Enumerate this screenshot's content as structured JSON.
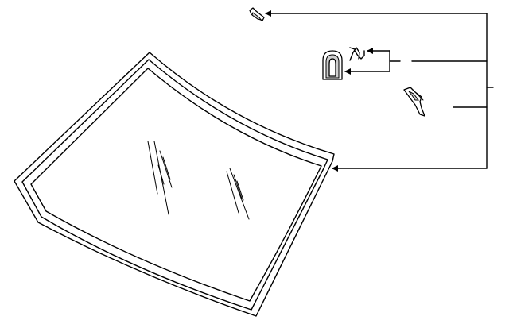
{
  "diagram": {
    "type": "exploded-parts-illustration",
    "parts": [
      {
        "id": "windshield-glass",
        "icon": "windshield-icon"
      },
      {
        "id": "upper-clip",
        "icon": "clip-icon"
      },
      {
        "id": "rear-view-mirror-mount",
        "icon": "mirror-mount-icon"
      },
      {
        "id": "retainer-spring-clip",
        "icon": "spring-clip-icon"
      },
      {
        "id": "side-clip",
        "icon": "clip-icon"
      }
    ],
    "colors": {
      "line": "#000000",
      "background": "#ffffff",
      "shade": "#cfcfcf"
    }
  }
}
